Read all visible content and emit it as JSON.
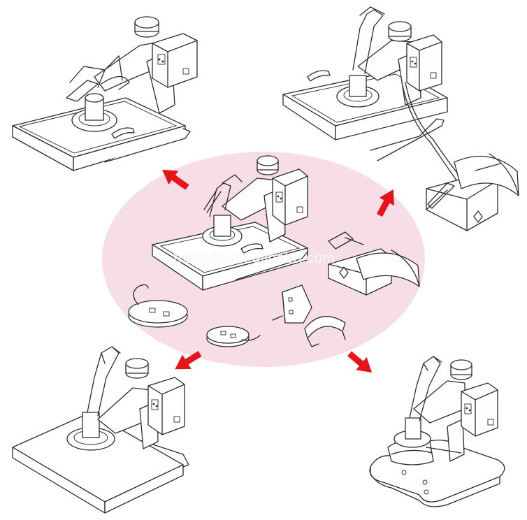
{
  "watermark": {
    "text": "hzcaide.en.alibaba.com"
  },
  "colors": {
    "background": "#ffffff",
    "center_ellipse": "#f7dde6",
    "arrows": "#e8141b",
    "line_art": "#2b2b2b"
  },
  "panels": [
    {
      "id": "flat-press-top-left"
    },
    {
      "id": "flat-press-with-mug-attachment-top-right"
    },
    {
      "id": "combo-press-center"
    },
    {
      "id": "flat-press-bottom-left"
    },
    {
      "id": "cap-press-bottom-right"
    }
  ],
  "icons": [
    "arrow-icon",
    "mug-heater-icon",
    "plate-heater-icon",
    "cap-heater-icon"
  ]
}
